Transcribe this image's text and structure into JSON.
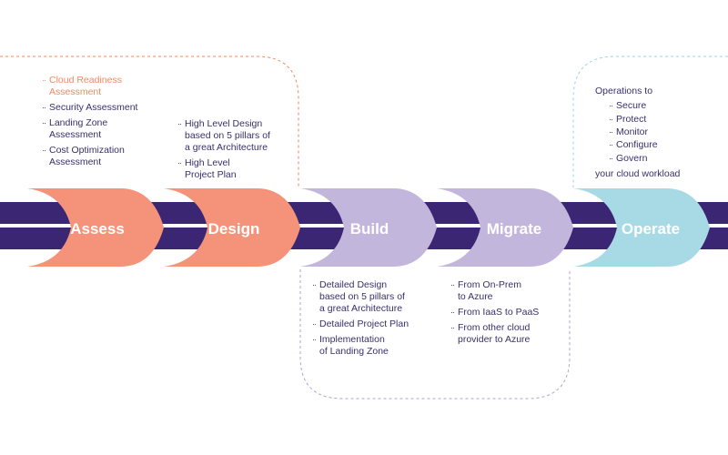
{
  "stages": [
    {
      "label": "Assess",
      "color": "#f4937a"
    },
    {
      "label": "Design",
      "color": "#f4937a"
    },
    {
      "label": "Build",
      "color": "#c3b6dd"
    },
    {
      "label": "Migrate",
      "color": "#c3b6dd"
    },
    {
      "label": "Operate",
      "color": "#a8dae6"
    }
  ],
  "colors": {
    "track": "#3b2673",
    "assess_border": "#ef8a5f",
    "build_border": "#a9a2d0",
    "operate_border": "#9ad3e3",
    "text": "#3a2f6b",
    "highlight": "#ef8a5f"
  },
  "assess": {
    "items": [
      {
        "lines": [
          "Cloud Readiness",
          "Assessment"
        ]
      },
      {
        "lines": [
          "Security Assessment"
        ]
      },
      {
        "lines": [
          "Landing Zone",
          "Assessment"
        ]
      },
      {
        "lines": [
          "Cost Optimization",
          "Assessment"
        ]
      }
    ]
  },
  "design": {
    "items": [
      {
        "lines": [
          "High Level Design",
          "based on 5 pillars of",
          "a great Architecture"
        ]
      },
      {
        "lines": [
          "High Level",
          "Project Plan"
        ]
      }
    ]
  },
  "build": {
    "items": [
      {
        "lines": [
          "Detailed Design",
          "based on 5 pillars of",
          "a great Architecture"
        ]
      },
      {
        "lines": [
          "Detailed Project Plan"
        ]
      },
      {
        "lines": [
          "Implementation",
          "of Landing Zone"
        ]
      }
    ]
  },
  "migrate": {
    "items": [
      {
        "lines": [
          "From On-Prem",
          "to Azure"
        ]
      },
      {
        "lines": [
          "From IaaS to PaaS"
        ]
      },
      {
        "lines": [
          "From other cloud",
          "provider to Azure"
        ]
      }
    ]
  },
  "operate": {
    "intro": "Operations to",
    "items": [
      "Secure",
      "Protect",
      "Monitor",
      "Configure",
      "Govern"
    ],
    "outro": "your cloud workload"
  },
  "bullet_glyph": "··"
}
